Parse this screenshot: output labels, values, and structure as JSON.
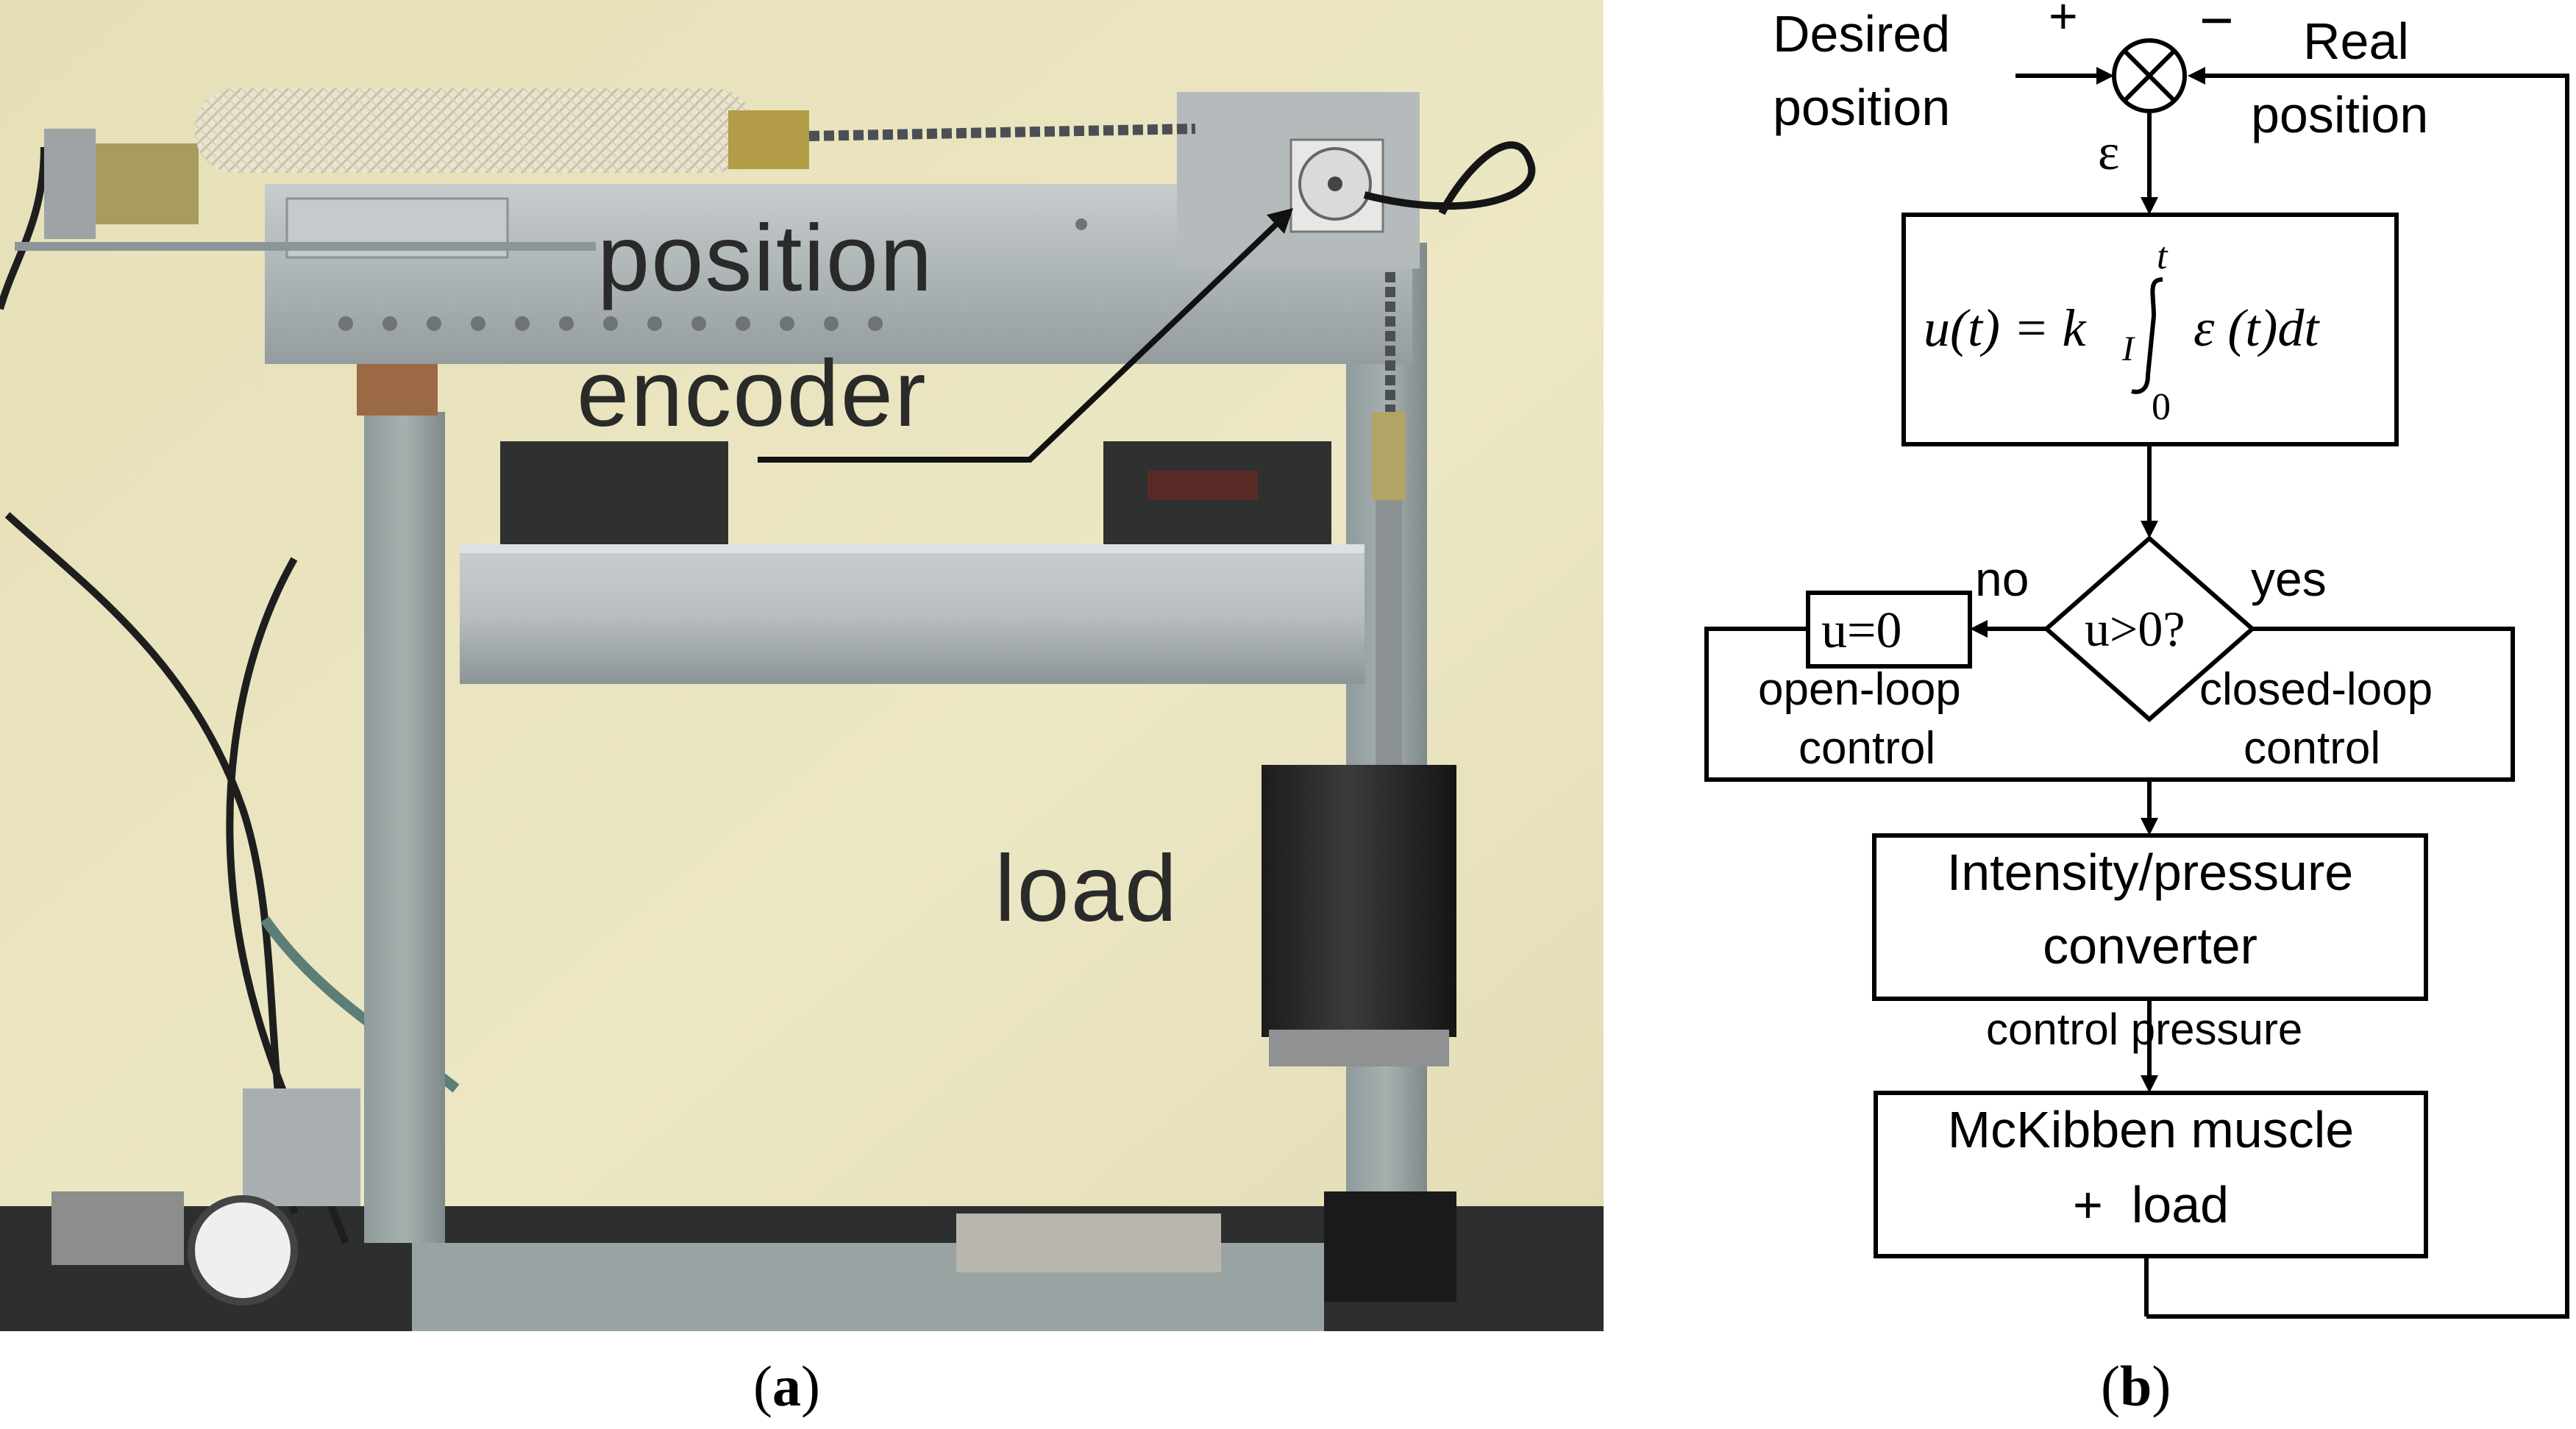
{
  "photo": {
    "labels": {
      "position": "position",
      "encoder": "encoder",
      "load": "load"
    },
    "caption": {
      "letter": "a"
    }
  },
  "diagram": {
    "summing_junction": {
      "plus": "+",
      "minus": "−",
      "desired_line1": "Desired",
      "desired_line2": "position",
      "real_line1": "Real",
      "real_line2": "position",
      "error": "ε"
    },
    "controller": {
      "formula_lhs": "u(t) = k",
      "formula_sub": "I",
      "integral_upper": "t",
      "integral_lower": "0",
      "integrand": "ε (t)dt"
    },
    "decision": {
      "condition": "u>0?",
      "no": "no",
      "yes": "yes",
      "zero_box": "u=0",
      "open_loop_line1": "open-loop",
      "open_loop_line2": "control",
      "closed_loop_line1": "closed-loop",
      "closed_loop_line2": "control"
    },
    "converter": {
      "line1": "Intensity/pressure",
      "line2": "converter"
    },
    "signal_label": "control pressure",
    "plant": {
      "line1": "McKibben muscle",
      "line2": "+  load"
    },
    "caption": {
      "letter": "b"
    }
  }
}
